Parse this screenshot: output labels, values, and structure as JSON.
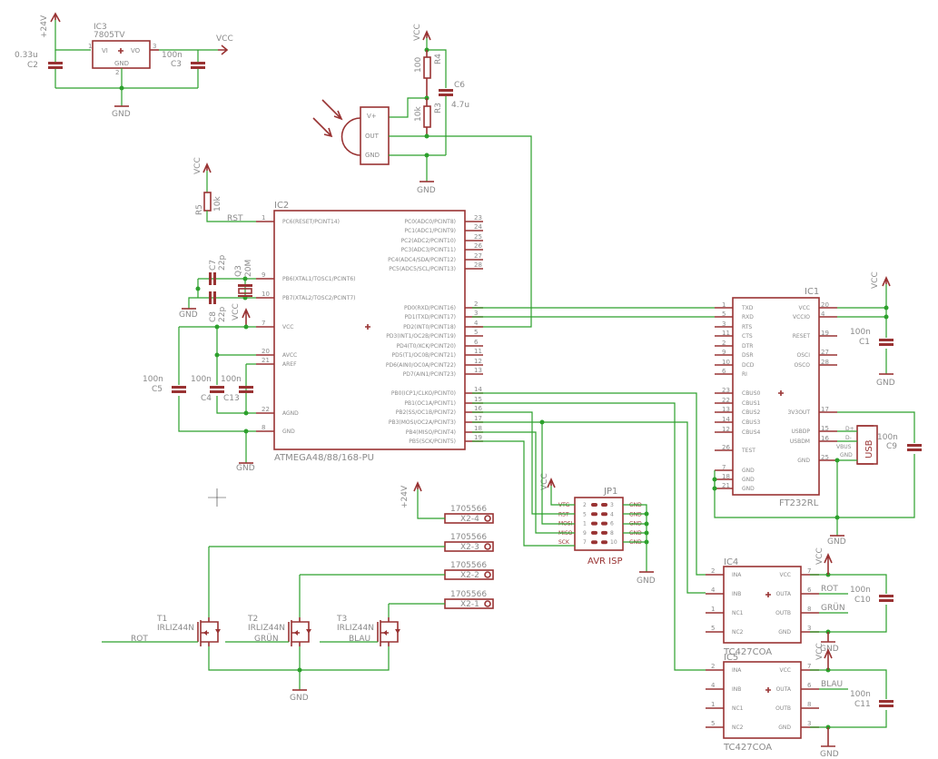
{
  "supplies": {
    "plus24v": "+24V",
    "vcc": "VCC",
    "gnd": "GND"
  },
  "ic3": {
    "name": "IC3",
    "value": "7805TV",
    "pins": {
      "vi": "VI",
      "vo": "VO",
      "gnd": "GND",
      "n1": "1",
      "n2": "2",
      "n3": "3"
    }
  },
  "c2": {
    "name": "C2",
    "value": "0.33u"
  },
  "c3": {
    "name": "C3",
    "value": "100n"
  },
  "r4": {
    "name": "R4",
    "value": "100"
  },
  "r3": {
    "name": "R3",
    "value": "10k"
  },
  "c6": {
    "name": "C6",
    "value": "4.7u"
  },
  "ir": {
    "pins": [
      "V+",
      "OUT",
      "GND"
    ]
  },
  "r5": {
    "name": "R5",
    "value": "10k"
  },
  "net_rst": "RST",
  "ic2": {
    "name": "IC2",
    "value": "ATMEGA48/88/168-PU",
    "left_pins": [
      {
        "num": "1",
        "label": "PC6(RESET/PCINT14)"
      },
      {
        "num": "9",
        "label": "PB6(XTAL1/TOSC1/PCINT6)"
      },
      {
        "num": "10",
        "label": "PB7(XTAL2/TOSC2/PCINT7)"
      },
      {
        "num": "7",
        "label": "VCC"
      },
      {
        "num": "20",
        "label": "AVCC"
      },
      {
        "num": "21",
        "label": "AREF"
      },
      {
        "num": "22",
        "label": "AGND"
      },
      {
        "num": "8",
        "label": "GND"
      }
    ],
    "right_pins": [
      {
        "num": "23",
        "label": "PC0(ADC0/PCINT8)"
      },
      {
        "num": "24",
        "label": "PC1(ADC1/PCINT9)"
      },
      {
        "num": "25",
        "label": "PC2(ADC2/PCINT10)"
      },
      {
        "num": "26",
        "label": "PC3(ADC3/PCINT11)"
      },
      {
        "num": "27",
        "label": "PC4(ADC4/SDA/PCINT12)"
      },
      {
        "num": "28",
        "label": "PC5(ADC5/SCL/PCINT13)"
      },
      {
        "num": "2",
        "label": "PD0(RXD/PCINT16)"
      },
      {
        "num": "3",
        "label": "PD1(TXD/PCINT17)"
      },
      {
        "num": "4",
        "label": "PD2(INT0/PCINT18)"
      },
      {
        "num": "5",
        "label": "PD3(INT1/OC2B/PCINT19)"
      },
      {
        "num": "6",
        "label": "PD4(T0/XCK/PCINT20)"
      },
      {
        "num": "11",
        "label": "PD5(T1/OC0B/PCINT21)"
      },
      {
        "num": "12",
        "label": "PD6(AIN0/OC0A/PCINT22)"
      },
      {
        "num": "13",
        "label": "PD7(AIN1/PCINT23)"
      },
      {
        "num": "14",
        "label": "PB0(ICP1/CLKO/PCINT0)"
      },
      {
        "num": "15",
        "label": "PB1(OC1A/PCINT1)"
      },
      {
        "num": "16",
        "label": "PB2(SS/OC1B/PCINT2)"
      },
      {
        "num": "17",
        "label": "PB3(MOSI/OC2A/PCINT3)"
      },
      {
        "num": "18",
        "label": "PB4(MISO/PCINT4)"
      },
      {
        "num": "19",
        "label": "PB5(SCK/PCINT5)"
      }
    ]
  },
  "c7": {
    "name": "C7",
    "value": "22p"
  },
  "c8": {
    "name": "C8",
    "value": "22p"
  },
  "q3": {
    "name": "Q3",
    "value": "20M"
  },
  "c5": {
    "name": "C5",
    "value": "100n"
  },
  "c4": {
    "name": "C4",
    "value": "100n"
  },
  "c13": {
    "name": "C13",
    "value": "100n"
  },
  "ic1": {
    "name": "IC1",
    "value": "FT232RL",
    "left_pins": [
      {
        "num": "1",
        "label": "TXD"
      },
      {
        "num": "5",
        "label": "RXD"
      },
      {
        "num": "3",
        "label": "RTS"
      },
      {
        "num": "11",
        "label": "CTS"
      },
      {
        "num": "2",
        "label": "DTR"
      },
      {
        "num": "9",
        "label": "DSR"
      },
      {
        "num": "10",
        "label": "DCD"
      },
      {
        "num": "6",
        "label": "RI"
      },
      {
        "num": "23",
        "label": "CBUS0"
      },
      {
        "num": "22",
        "label": "CBUS1"
      },
      {
        "num": "13",
        "label": "CBUS2"
      },
      {
        "num": "14",
        "label": "CBUS3"
      },
      {
        "num": "12",
        "label": "CBUS4"
      },
      {
        "num": "26",
        "label": "TEST"
      },
      {
        "num": "7",
        "label": "GND"
      },
      {
        "num": "18",
        "label": "GND"
      },
      {
        "num": "21",
        "label": "GND"
      }
    ],
    "right_pins": [
      {
        "num": "20",
        "label": "VCC"
      },
      {
        "num": "4",
        "label": "VCCIO"
      },
      {
        "num": "19",
        "label": "RESET"
      },
      {
        "num": "27",
        "label": "OSCI"
      },
      {
        "num": "28",
        "label": "OSCO"
      },
      {
        "num": "17",
        "label": "3V3OUT"
      },
      {
        "num": "15",
        "label": "USBDP"
      },
      {
        "num": "16",
        "label": "USBDM"
      },
      {
        "num": "25",
        "label": "GND"
      }
    ]
  },
  "c1": {
    "name": "C1",
    "value": "100n"
  },
  "c9": {
    "name": "C9",
    "value": "100n"
  },
  "usb": {
    "name": "USB",
    "pins": [
      "D+",
      "D-",
      "VBUS",
      "GND"
    ]
  },
  "jp1": {
    "name": "JP1",
    "value": "AVR ISP",
    "rows": [
      {
        "left": "VTG",
        "a": "2",
        "b": "3",
        "right": "GND"
      },
      {
        "left": "RST",
        "a": "5",
        "b": "4",
        "right": "GND"
      },
      {
        "left": "MOSI",
        "a": "1",
        "b": "6",
        "right": "GND"
      },
      {
        "left": "MISO",
        "a": "9",
        "b": "8",
        "right": "GND"
      },
      {
        "left": "SCK",
        "a": "7",
        "b": "10",
        "right": "GND"
      }
    ]
  },
  "x2": [
    {
      "part": "1705566",
      "name": "X2-4"
    },
    {
      "part": "1705566",
      "name": "X2-3"
    },
    {
      "part": "1705566",
      "name": "X2-2"
    },
    {
      "part": "1705566",
      "name": "X2-1"
    }
  ],
  "mosfets": [
    {
      "name": "T1",
      "value": "IRLIZ44N",
      "net": "ROT"
    },
    {
      "name": "T2",
      "value": "IRLIZ44N",
      "net": "GRÜN"
    },
    {
      "name": "T3",
      "value": "IRLIZ44N",
      "net": "BLAU"
    }
  ],
  "ic4": {
    "name": "IC4",
    "value": "TC427COA",
    "left_pins": [
      {
        "num": "2",
        "label": "INA"
      },
      {
        "num": "4",
        "label": "INB"
      },
      {
        "num": "1",
        "label": "NC1"
      },
      {
        "num": "5",
        "label": "NC2"
      }
    ],
    "right_pins": [
      {
        "num": "7",
        "label": "VCC"
      },
      {
        "num": "6",
        "label": "OUTA"
      },
      {
        "num": "8",
        "label": "OUTB"
      },
      {
        "num": "3",
        "label": "GND"
      }
    ],
    "nets": [
      "ROT",
      "GRÜN"
    ]
  },
  "ic5": {
    "name": "IC5",
    "value": "TC427COA",
    "left_pins": [
      {
        "num": "2",
        "label": "INA"
      },
      {
        "num": "4",
        "label": "INB"
      },
      {
        "num": "1",
        "label": "NC1"
      },
      {
        "num": "5",
        "label": "NC2"
      }
    ],
    "right_pins": [
      {
        "num": "7",
        "label": "VCC"
      },
      {
        "num": "6",
        "label": "OUTA"
      },
      {
        "num": "8",
        "label": "OUTB"
      },
      {
        "num": "3",
        "label": "GND"
      }
    ],
    "nets": [
      "BLAU"
    ]
  },
  "c10": {
    "name": "C10",
    "value": "100n"
  },
  "c11": {
    "name": "C11",
    "value": "100n"
  }
}
